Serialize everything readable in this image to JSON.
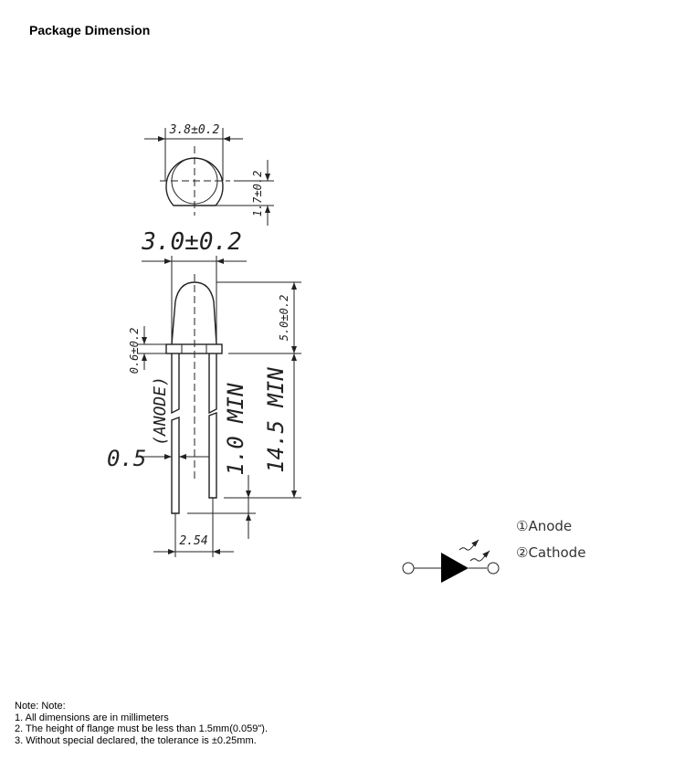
{
  "title": "Package Dimension",
  "drawing": {
    "top_width": "3.8±0.2",
    "flat_height": "1.7±0.2",
    "body_width": "3.0±0.2",
    "body_height": "5.0±0.2",
    "flange_height": "0.6±0.2",
    "anode_label": "(ANODE)",
    "lead_width": "0.5",
    "lead_offset": "1.0 MIN",
    "lead_length": "14.5 MIN",
    "lead_pitch": "2.54"
  },
  "symbol": {
    "pin1": "①Anode",
    "pin2": "②Cathode"
  },
  "notes": {
    "heading": "Note: Note:",
    "items": [
      "1. All dimensions are in millimeters",
      "2. The height of flange must be less than 1.5mm(0.059\").",
      "3. Without special declared, the tolerance is ±0.25mm."
    ]
  }
}
